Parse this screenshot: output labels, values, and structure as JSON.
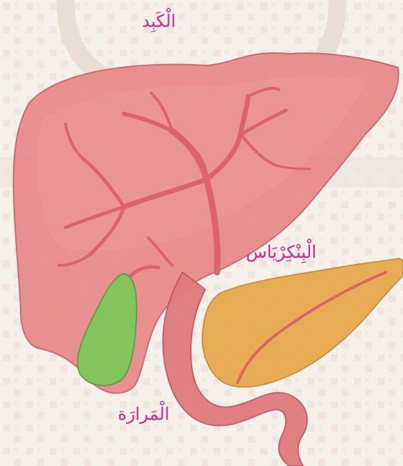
{
  "labels": {
    "liver": "الْكَبِد",
    "pancreas": "الْبِنْكِرْيَاس",
    "gallbladder": "الْمَرارَة"
  },
  "colors": {
    "background": "#f7f1ec",
    "label_text": "#e0218a",
    "liver_fill": "#e88a8c",
    "liver_outline": "#c9626a",
    "duct": "#d9646c",
    "gallbladder_fill": "#7ec85a",
    "pancreas_fill": "#e6a23a",
    "duodenum_fill": "#e07a7e"
  }
}
